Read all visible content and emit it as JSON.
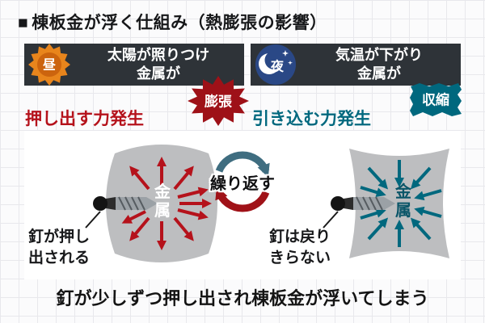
{
  "title": {
    "bullet": "■",
    "text": "棟板金が浮く仕組み（熱膨張の影響）"
  },
  "day": {
    "icon_label": "昼",
    "headline_1": "太陽が照りつけ",
    "headline_2": "金属が",
    "burst_label": "膨張",
    "force_label": "押し出す力発生",
    "metal_label": "金属",
    "note_line1": "釘が押し",
    "note_line2": "出される"
  },
  "night": {
    "icon_label": "夜",
    "headline_1": "気温が下がり",
    "headline_2": "金属が",
    "badge_label": "収縮",
    "force_label": "引き込む力発生",
    "metal_label": "金属",
    "note_line1": "釘は戻り",
    "note_line2": "きらない"
  },
  "cycle": {
    "label": "繰り返す"
  },
  "footer": {
    "text": "釘が少しずつ押し出され棟板金が浮いてしまう"
  },
  "colors": {
    "day_accent": "#b5121b",
    "night_accent": "#00687e",
    "header_bg": "#2e3338",
    "metal_gray": "#bdbec0",
    "sun_orange": "#e8851c",
    "moon_navy": "#2a4886"
  }
}
